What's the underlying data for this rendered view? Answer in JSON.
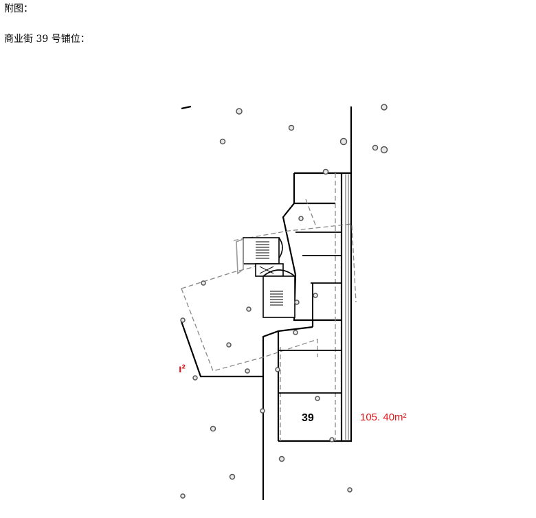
{
  "heading": "附图：",
  "subheading": "商业街 39 号铺位：",
  "plan": {
    "shop_number": "39",
    "area_label": "105. 40m²",
    "partial_area_label": "ı²",
    "colors": {
      "wall": "#000000",
      "dashed_outline": "#888888",
      "area_text": "#e0161b",
      "column": "#777777"
    },
    "icons": [
      "staircase-icon",
      "column-icon"
    ]
  }
}
